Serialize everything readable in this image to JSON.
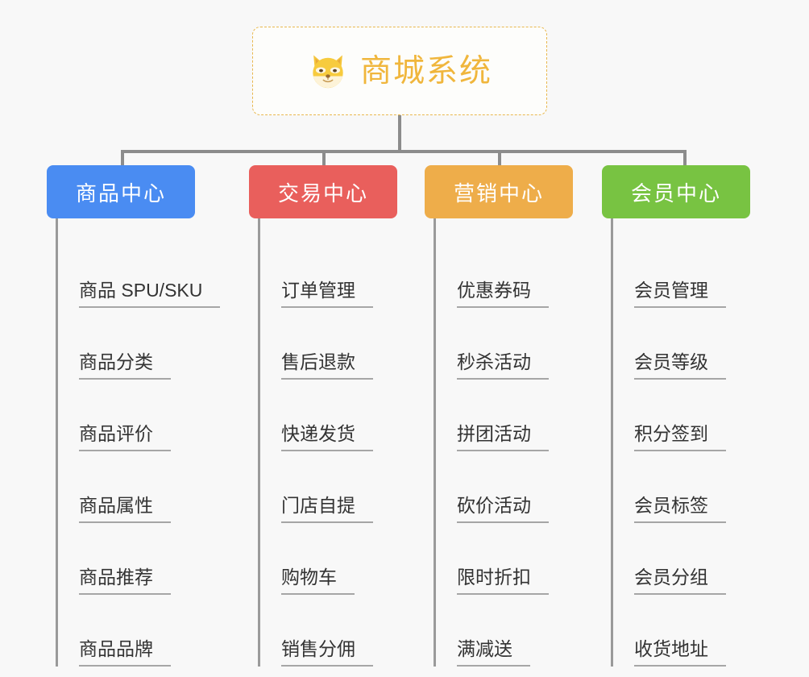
{
  "root": {
    "title": "商城系统",
    "icon": "shiba-dog-icon",
    "border_color": "#e9b84e",
    "text_color": "#f0b63c",
    "background": "#fdfdfb"
  },
  "canvas": {
    "background": "#f8f8f8",
    "connector_color": "#8c8c8c",
    "leaf_underline_color": "#a6a6a6",
    "leaf_text_color": "#333333"
  },
  "columns": [
    {
      "title": "商品中心",
      "color": "#4a8cf2",
      "items": [
        "商品 SPU/SKU",
        "商品分类",
        "商品评价",
        "商品属性",
        "商品推荐",
        "商品品牌"
      ]
    },
    {
      "title": "交易中心",
      "color": "#e95f5c",
      "items": [
        "订单管理",
        "售后退款",
        "快递发货",
        "门店自提",
        "购物车",
        "销售分佣"
      ]
    },
    {
      "title": "营销中心",
      "color": "#eead4a",
      "items": [
        "优惠券码",
        "秒杀活动",
        "拼团活动",
        "砍价活动",
        "限时折扣",
        "满减送"
      ]
    },
    {
      "title": "会员中心",
      "color": "#78c342",
      "items": [
        "会员管理",
        "会员等级",
        "积分签到",
        "会员标签",
        "会员分组",
        "收货地址"
      ]
    }
  ]
}
